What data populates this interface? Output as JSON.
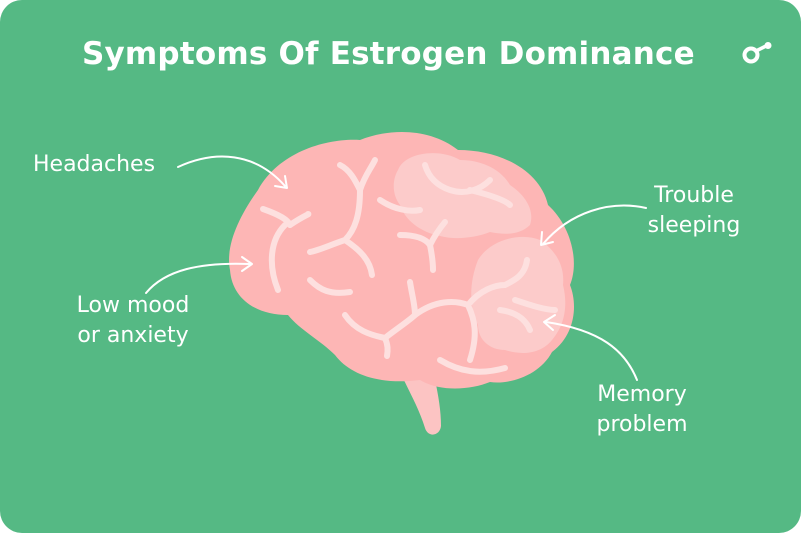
{
  "title": "Symptoms Of Estrogen Dominance",
  "logo_icon": "circle-with-stem-logo-icon",
  "colors": {
    "background": "#55b984",
    "text": "#ffffff",
    "brain_main": "#fdb6b5",
    "brain_light": "#fccbca",
    "brain_vein": "#fde0df",
    "brain_stem": "#f9aaa9"
  },
  "labels": {
    "headaches": "Headaches",
    "low_mood_line1": "Low mood",
    "low_mood_line2": "or anxiety",
    "trouble_line1": "Trouble",
    "trouble_line2": "sleeping",
    "memory_line1": "Memory",
    "memory_line2": "problem"
  }
}
